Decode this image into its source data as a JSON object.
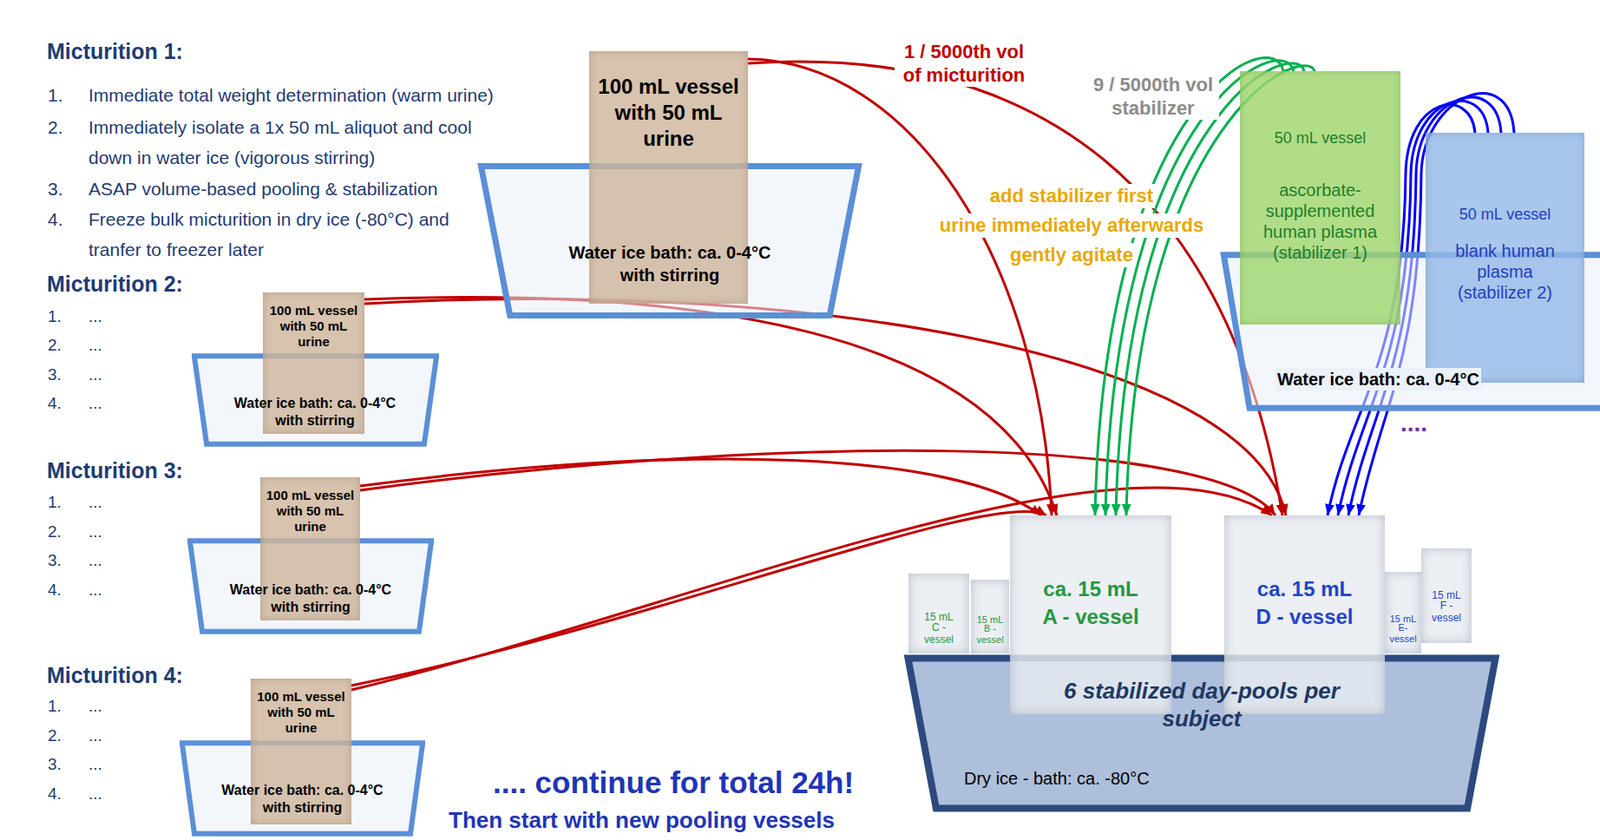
{
  "diagram": {
    "nodes": [
      {
        "text": [
          "Water ice bath: ca. 0-4°C with stirring"
        ]
      },
      {
        "text": [
          "100 mL vessel with 50 mL urine"
        ],
        "in": 0
      },
      {
        "text": [
          "Water ice bath: ca. 0-4°C with stirring"
        ]
      },
      {
        "text": [
          "100 mL vessel with 50 mL urine"
        ],
        "in": 2
      },
      {
        "text": [
          "Water ice bath: ca. 0-4°C with stirring"
        ]
      },
      {
        "text": [
          "100 mL vessel with 50 mL urine"
        ],
        "in": 4
      },
      {
        "text": [
          "Water ice bath: ca. 0-4°C with stirring"
        ]
      },
      {
        "text": [
          "100 mL vessel with 50 mL urine"
        ],
        "in": 6
      },
      {
        "text": [
          "Water ice bath: ca. 0-4°C"
        ]
      },
      {
        "text": [
          "50 mL vessel",
          "ascorbate-supplemented human plasma (stabilizer 1)"
        ],
        "in": 8
      },
      {
        "text": [
          "50 mL vessel",
          "blank human plasma (stabilizer 2)"
        ],
        "in": 8
      },
      {
        "text": [
          "6 stabilized day-pools per subject",
          "Dry ice - bath: ca. -80°C"
        ]
      },
      {
        "text": [
          "15 mL",
          "C - vessel"
        ],
        "in": 11
      },
      {
        "text": [
          "15 mL",
          "B - vessel"
        ],
        "in": 11
      },
      {
        "text": [
          "ca. 15 mL",
          "A - vessel"
        ],
        "in": 11
      },
      {
        "text": [
          "ca. 15 mL",
          "D - vessel"
        ],
        "in": 11
      },
      {
        "text": [
          "15 mL",
          "E-vessel"
        ],
        "in": 11
      },
      {
        "text": [
          "15 mL",
          "F - vessel"
        ],
        "in": 11
      }
    ],
    "edges": [
      {
        "from": 1,
        "to": 14,
        "arrow": "to"
      },
      {
        "from": 1,
        "to": 15,
        "arrow": "to"
      },
      {
        "from": 3,
        "to": 14,
        "arrow": "to"
      },
      {
        "from": 3,
        "to": 15,
        "arrow": "to"
      },
      {
        "from": 5,
        "to": 14,
        "arrow": "to"
      },
      {
        "from": 5,
        "to": 15,
        "arrow": "to"
      },
      {
        "from": 7,
        "to": 14,
        "arrow": "to"
      },
      {
        "from": 7,
        "to": 15,
        "arrow": "to"
      },
      {
        "from": 9,
        "to": 14,
        "arrow": "to"
      },
      {
        "from": 9,
        "to": 14,
        "arrow": "to"
      },
      {
        "from": 9,
        "to": 14,
        "arrow": "to"
      },
      {
        "from": 9,
        "to": 14,
        "arrow": "to"
      },
      {
        "from": 10,
        "to": 15,
        "arrow": "to"
      },
      {
        "from": 10,
        "to": 15,
        "arrow": "to"
      },
      {
        "from": 10,
        "to": 15,
        "arrow": "to"
      },
      {
        "from": 10,
        "to": 15,
        "arrow": "to"
      }
    ],
    "labels": [
      "Micturition 1:",
      "1.",
      "Immediate total weight determination (warm urine)",
      "2.",
      "Immediately isolate a 1x 50 mL aliquot and cool down in water ice (vigorous stirring)",
      "3.",
      "ASAP volume-based pooling & stabilization",
      "4.",
      "Freeze bulk micturition in dry ice (-80°C) and tranfer to freezer later",
      "Micturition 2:",
      "1.",
      "...",
      "2.",
      "...",
      "3.",
      "...",
      "4.",
      "...",
      "Micturition 3:",
      "1.",
      "...",
      "2.",
      "...",
      "3.",
      "...",
      "4.",
      "...",
      "Micturition 4:",
      "1.",
      "...",
      "2.",
      "...",
      "3.",
      "...",
      "4.",
      "...",
      "1 / 5000th vol of micturition",
      "9 / 5000th vol stabilizer",
      "add stabilizer first",
      "urine immediately afterwards",
      "gently agitate",
      "....",
      ".... continue for total 24h!",
      "Then start with new pooling vessels"
    ]
  }
}
